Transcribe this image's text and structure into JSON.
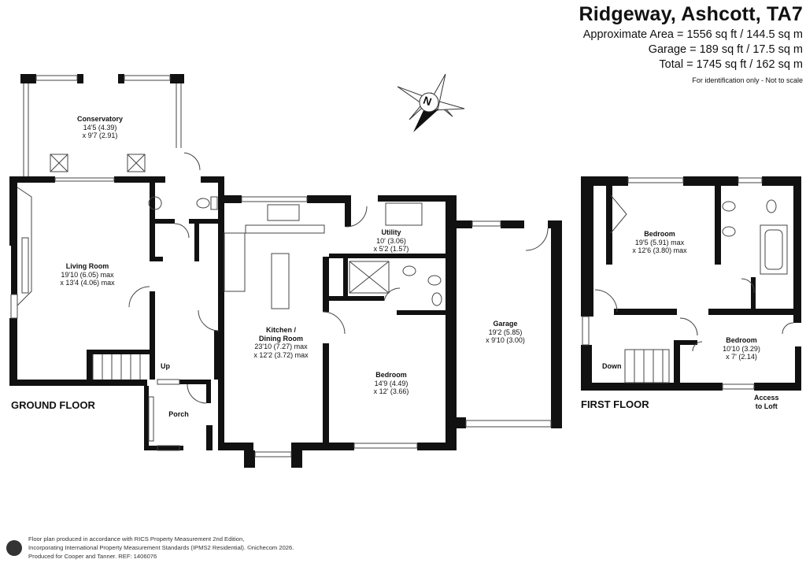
{
  "header": {
    "title": "Ridgeway, Ashcott, TA7",
    "approx_area": "Approximate Area = 1556 sq ft / 144.5 sq m",
    "garage_area": "Garage = 189 sq ft / 17.5 sq m",
    "total_area": "Total = 1745 sq ft / 162 sq m",
    "disclaimer": "For identification only - Not to scale"
  },
  "compass": {
    "letter": "N"
  },
  "floors": {
    "ground": "GROUND FLOOR",
    "first": "FIRST FLOOR"
  },
  "rooms": {
    "conservatory": {
      "name": "Conservatory",
      "dim1": "14'5 (4.39)",
      "dim2": "x 9'7 (2.91)"
    },
    "living": {
      "name": "Living Room",
      "dim1": "19'10 (6.05) max",
      "dim2": "x 13'4 (4.06) max"
    },
    "kitchen": {
      "name1": "Kitchen /",
      "name2": "Dining Room",
      "dim1": "23'10 (7.27) max",
      "dim2": "x 12'2 (3.72) max"
    },
    "utility": {
      "name": "Utility",
      "dim1": "10' (3.06)",
      "dim2": "x 5'2 (1.57)"
    },
    "bedroom_gf": {
      "name": "Bedroom",
      "dim1": "14'9 (4.49)",
      "dim2": "x 12' (3.66)"
    },
    "garage": {
      "name": "Garage",
      "dim1": "19'2 (5.85)",
      "dim2": "x 9'10 (3.00)"
    },
    "porch": {
      "name": "Porch"
    },
    "bedroom_ff1": {
      "name": "Bedroom",
      "dim1": "19'5 (5.91) max",
      "dim2": "x 12'6 (3.80) max"
    },
    "bedroom_ff2": {
      "name": "Bedroom",
      "dim1": "10'10 (3.29)",
      "dim2": "x 7' (2.14)"
    }
  },
  "stairs": {
    "up": "Up",
    "down": "Down"
  },
  "loft": {
    "line1": "Access",
    "line2": "to Loft"
  },
  "footer": {
    "line1": "Floor plan produced in accordance with RICS Property Measurement 2nd Edition,",
    "line2": "Incorporating International Property Measurement Standards (IPMS2 Residential).  ©nichecom 2026.",
    "line3": "Produced for Cooper and Tanner.   REF: 1406076"
  }
}
